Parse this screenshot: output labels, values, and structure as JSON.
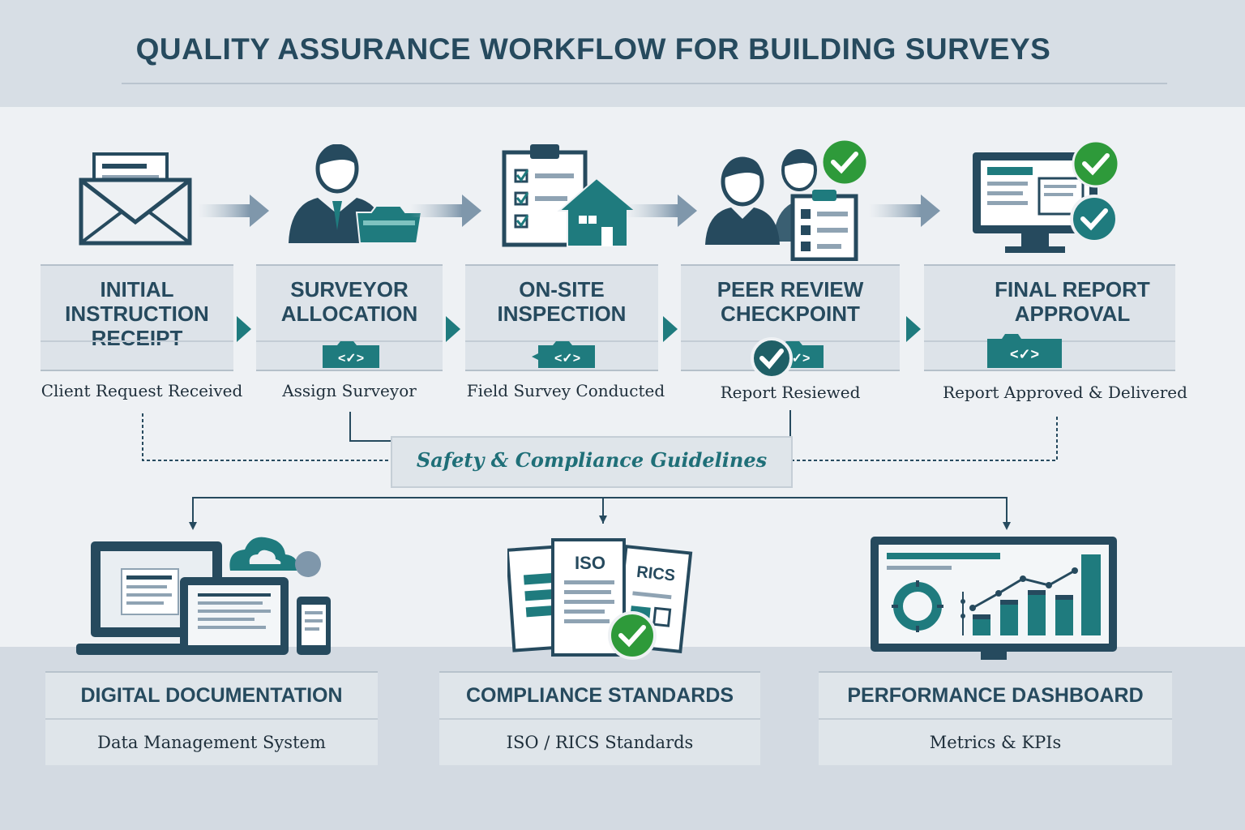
{
  "title": "QUALITY ASSURANCE WORKFLOW FOR BUILDING SURVEYS",
  "stages": [
    {
      "title": "INITIAL INSTRUCTION RECEIPT",
      "subtitle": "Client Request Received"
    },
    {
      "title": "SURVEYOR ALLOCATION",
      "subtitle": "Assign Surveyor"
    },
    {
      "title": "ON-SITE INSPECTION",
      "subtitle": "Field Survey Conducted"
    },
    {
      "title": "PEER REVIEW CHECKPOINT",
      "subtitle": "Report  Resiewed"
    },
    {
      "title": "FINAL REPORT APPROVAL",
      "subtitle": "Report Approved & Delivered"
    }
  ],
  "guidelines": "Safety & Compliance Guidelines",
  "support": [
    {
      "title": "DIGITAL DOCUMENTATION",
      "subtitle": "Data Management System"
    },
    {
      "title": "COMPLIANCE STANDARDS",
      "subtitle": "ISO / RICS Standards",
      "doc_labels": [
        "ISO",
        "RICS"
      ]
    },
    {
      "title": "PERFORMANCE DASHBOARD",
      "subtitle": "Metrics & KPIs"
    }
  ],
  "colors": {
    "navy": "#264a5e",
    "teal": "#1f7b7e",
    "green": "#2e9a3a",
    "panel": "#dde3e9"
  }
}
